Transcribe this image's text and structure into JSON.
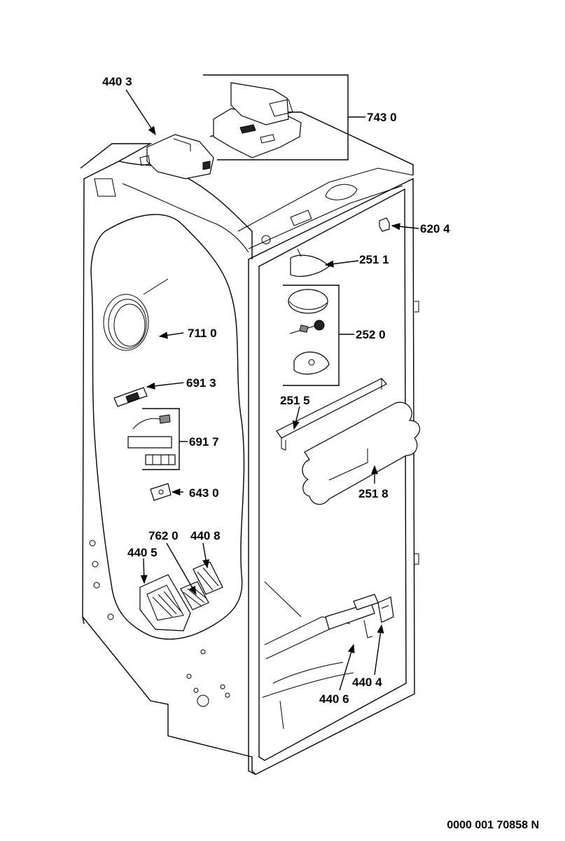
{
  "labels": {
    "p4403": "440 3",
    "p7430": "743 0",
    "p6204": "620 4",
    "p2511": "251 1",
    "p2520": "252 0",
    "p7110": "711 0",
    "p6913": "691 3",
    "p2515": "251 5",
    "p6917": "691 7",
    "p2518": "251 8",
    "p6430": "643 0",
    "p7620": "762 0",
    "p4408": "440 8",
    "p4405": "440 5",
    "p4404": "440 4",
    "p4406": "440 6"
  },
  "document_number": "0000 001 70858 N"
}
